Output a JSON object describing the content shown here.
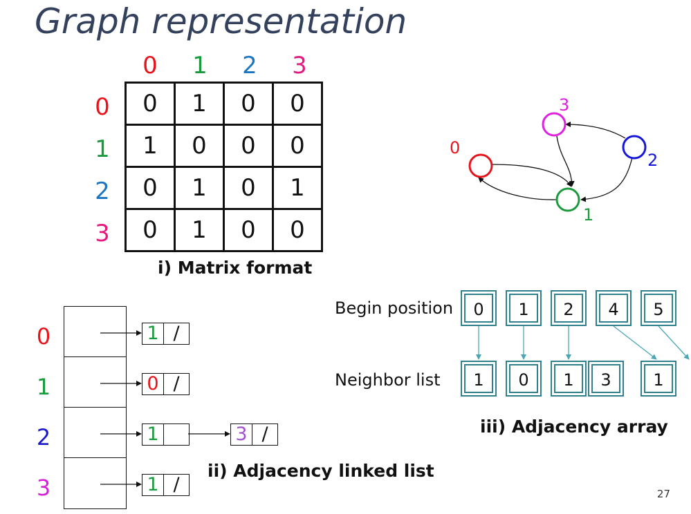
{
  "title": "Graph representation",
  "colors": {
    "v0": "#e8141b",
    "v1": "#1a9a3c",
    "v2": "#1a76c0",
    "v3": "#e6197e",
    "ll2": "#1a1ac8",
    "ll3": "#d81fd8",
    "g0": "#e8141b",
    "g1": "#1a9a3c",
    "g2": "#1616d8",
    "g3": "#e020e0",
    "list3": "#a050d0",
    "teal": "#2f7f8c",
    "titleColor": "#34415d"
  },
  "matrix": {
    "col_headers": [
      "0",
      "1",
      "2",
      "3"
    ],
    "row_headers": [
      "0",
      "1",
      "2",
      "3"
    ],
    "rows": [
      [
        "0",
        "1",
        "0",
        "0"
      ],
      [
        "1",
        "0",
        "0",
        "0"
      ],
      [
        "0",
        "1",
        "0",
        "1"
      ],
      [
        "0",
        "1",
        "0",
        "0"
      ]
    ],
    "caption": "i) Matrix format"
  },
  "graph": {
    "nodes": [
      "0",
      "1",
      "2",
      "3"
    ]
  },
  "linked_list": {
    "row_labels": [
      "0",
      "1",
      "2",
      "3"
    ],
    "lists": [
      [
        "1"
      ],
      [
        "0"
      ],
      [
        "1",
        "3"
      ],
      [
        "1"
      ]
    ],
    "terminator": "/",
    "caption": "ii) Adjacency linked list"
  },
  "array": {
    "begin_label": "Begin position",
    "begin_values": [
      "0",
      "1",
      "2",
      "4",
      "5"
    ],
    "neighbor_label": "Neighbor list",
    "neighbor_values": [
      "1",
      "0",
      "1",
      "3",
      "1"
    ],
    "caption": "iii) Adjacency array"
  },
  "page_number": "27"
}
